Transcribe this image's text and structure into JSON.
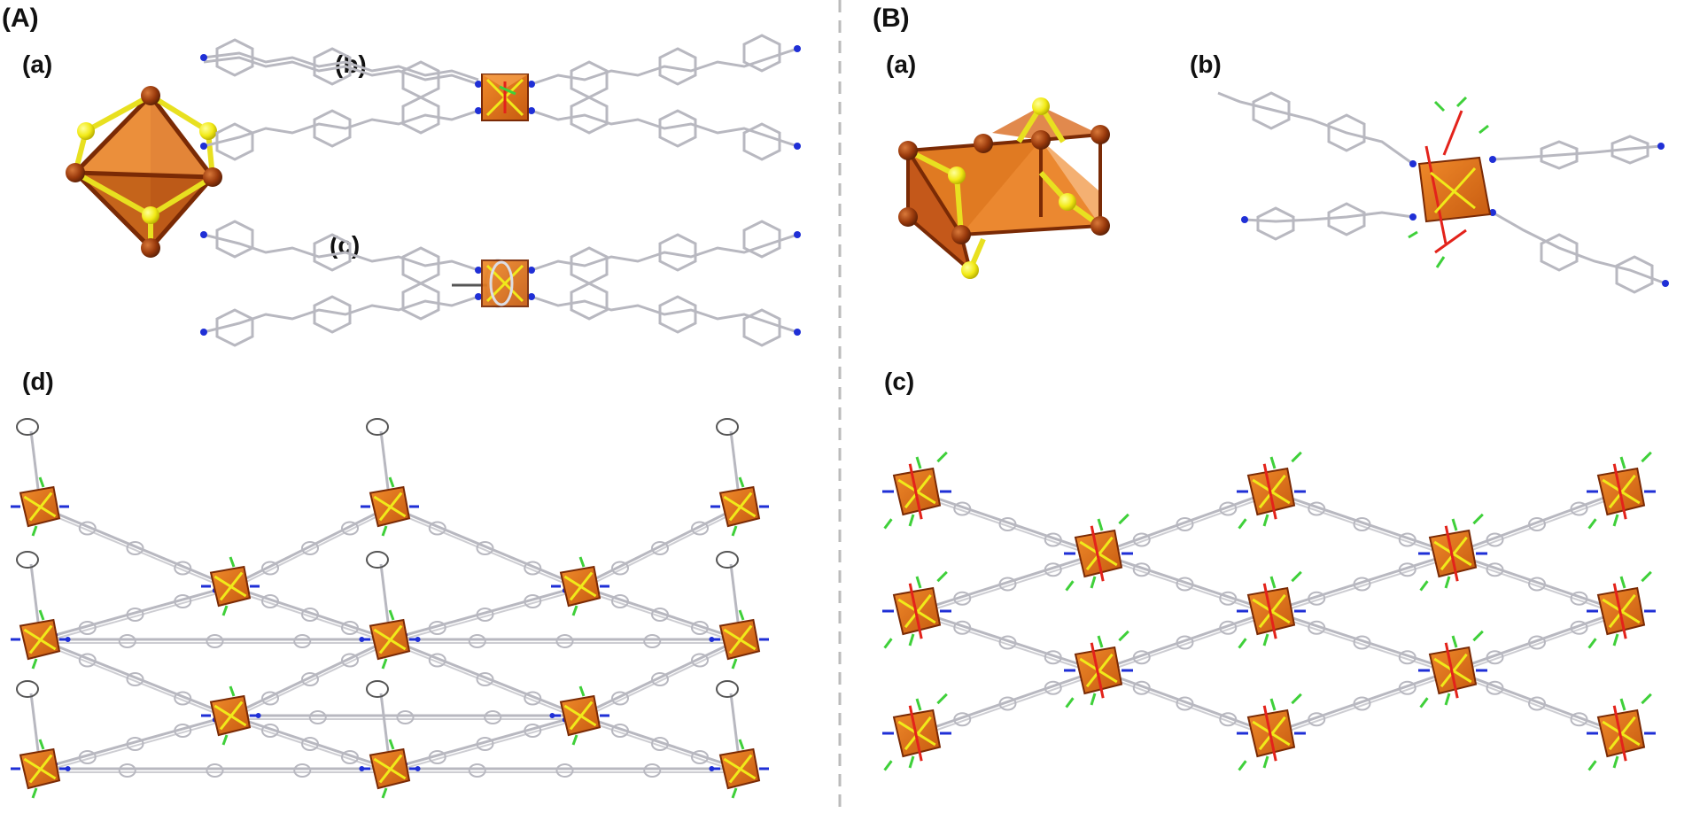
{
  "panels": {
    "A": "(A)",
    "B": "(B)"
  },
  "subpanels": {
    "A_a": "(a)",
    "A_b": "(b)",
    "A_c": "(c)",
    "A_d": "(d)",
    "B_a": "(a)",
    "B_b": "(b)",
    "B_c": "(c)"
  },
  "colors": {
    "copper": "#a8420f",
    "copper_face": "#e0731c",
    "sulfur": "#f0ea1a",
    "nitrogen": "#1f2fd6",
    "carbon": "#b8b8c0",
    "fluorine": "#3fd03a",
    "oxygen": "#e3231b",
    "divider": "#bbbbbb"
  }
}
